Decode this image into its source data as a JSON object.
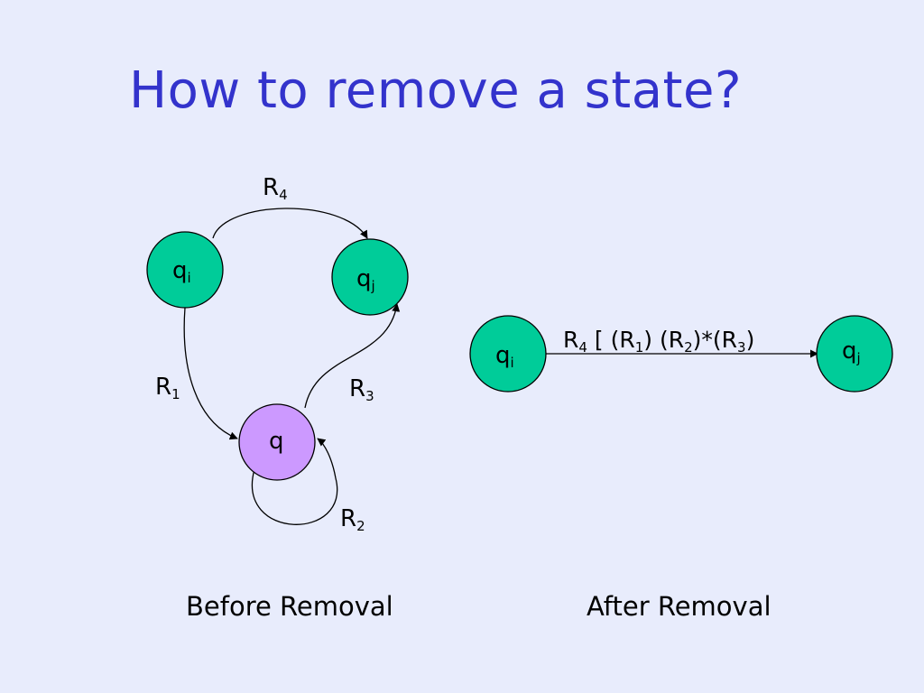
{
  "title": "How to remove a state?",
  "colors": {
    "background": "#e8ecfc",
    "title": "#3333cc",
    "node_fill": "#00cc99",
    "q_node_fill": "#cc99ff",
    "stroke": "#000000"
  },
  "before": {
    "caption": "Before Removal",
    "nodes": {
      "qi": {
        "base": "q",
        "sub": "i"
      },
      "qj": {
        "base": "q",
        "sub": "j"
      },
      "q": {
        "base": "q"
      }
    },
    "edges": {
      "r4": {
        "base": "R",
        "sub": "4"
      },
      "r1": {
        "base": "R",
        "sub": "1"
      },
      "r3": {
        "base": "R",
        "sub": "3"
      },
      "r2": {
        "base": "R",
        "sub": "2"
      }
    }
  },
  "after": {
    "caption": "After Removal",
    "nodes": {
      "qi": {
        "base": "q",
        "sub": "i"
      },
      "qj": {
        "base": "q",
        "sub": "j"
      }
    },
    "edge_label": {
      "t1": "R",
      "s1": "4",
      "t2": " [ (R",
      "s2": "1",
      "t3": ") (R",
      "s3": "2",
      "t4": ")*(R",
      "s4": "3",
      "t5": ")"
    }
  }
}
